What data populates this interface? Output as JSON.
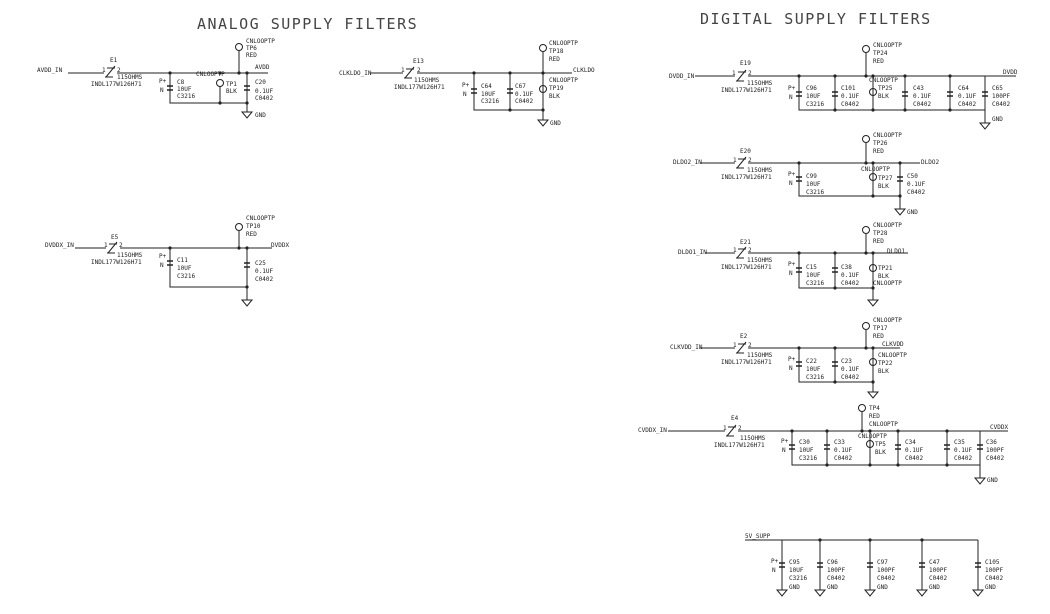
{
  "titles": {
    "analog": "ANALOG SUPPLY FILTERS",
    "digital": "DIGITAL SUPPLY FILTERS"
  },
  "common": {
    "ferrite_value": "115OHMS",
    "ferrite_part": "INDL177W126H71",
    "tp_type": "CNLOOPTP",
    "red": "RED",
    "blk": "BLK",
    "gnd": "GND",
    "pin1": "1",
    "pin2": "2",
    "pos": "P+",
    "neg": "N",
    "c_10uf": "10UF",
    "c_01uf": "0.1UF",
    "c_100pf": "100PF",
    "pkg_3216": "C3216",
    "pkg_0402": "C0402"
  },
  "avdd": {
    "in_net": "AVDD_IN",
    "out_net": "AVDD",
    "ferrite": "E1",
    "tp_red": "TP6",
    "tp_blk": "TP1",
    "c_bulk": "C8",
    "c_dec": "C20"
  },
  "dvddx": {
    "in_net": "DVDDX_IN",
    "out_net": "DVDDX",
    "ferrite": "E5",
    "tp_red": "TP10",
    "c_bulk": "C11",
    "c_dec": "C25"
  },
  "clkldo": {
    "in_net": "CLKLDO_IN",
    "out_net": "CLKLDO",
    "ferrite": "E13",
    "tp_red": "TP18",
    "tp_blk": "TP19",
    "c_bulk": "C64",
    "c_dec": "C67"
  },
  "dvdd": {
    "in_net": "DVDD_IN",
    "out_net": "DVDD",
    "ferrite": "E19",
    "tp_red": "TP24",
    "tp_blk": "TP25",
    "c_bulk": "C96",
    "c1": "C101",
    "c2": "C43",
    "c3": "C64",
    "c4": "C65"
  },
  "dldo2": {
    "in_net": "DLDO2_IN",
    "out_net": "DLDO2",
    "ferrite": "E20",
    "tp_red": "TP26",
    "tp_blk": "TP27",
    "c_bulk": "C99",
    "c_dec": "C50"
  },
  "dldo1": {
    "in_net": "DLDO1_IN",
    "out_net": "DLDO1",
    "ferrite": "E21",
    "tp_red": "TP28",
    "tp_blk": "TP21",
    "c_bulk": "C15",
    "c_dec": "C38"
  },
  "clkvdd": {
    "in_net": "CLKVDD_IN",
    "out_net": "CLKVDD",
    "ferrite": "E2",
    "tp_red": "TP17",
    "tp_blk": "TP22",
    "c_bulk": "C22",
    "c_dec": "C23"
  },
  "cvddx": {
    "in_net": "CVDDX_IN",
    "out_net": "CVDDX",
    "ferrite": "E4",
    "tp_red": "TP4",
    "tp_blk": "TP5",
    "c_bulk": "C30",
    "c1": "C33",
    "c2": "C34",
    "c3": "C35",
    "c4": "C36"
  },
  "svsupp": {
    "net": "5V_SUPP",
    "c_bulk": "C95",
    "c1": "C96",
    "c2": "C97",
    "c3": "C47",
    "c4": "C105"
  }
}
